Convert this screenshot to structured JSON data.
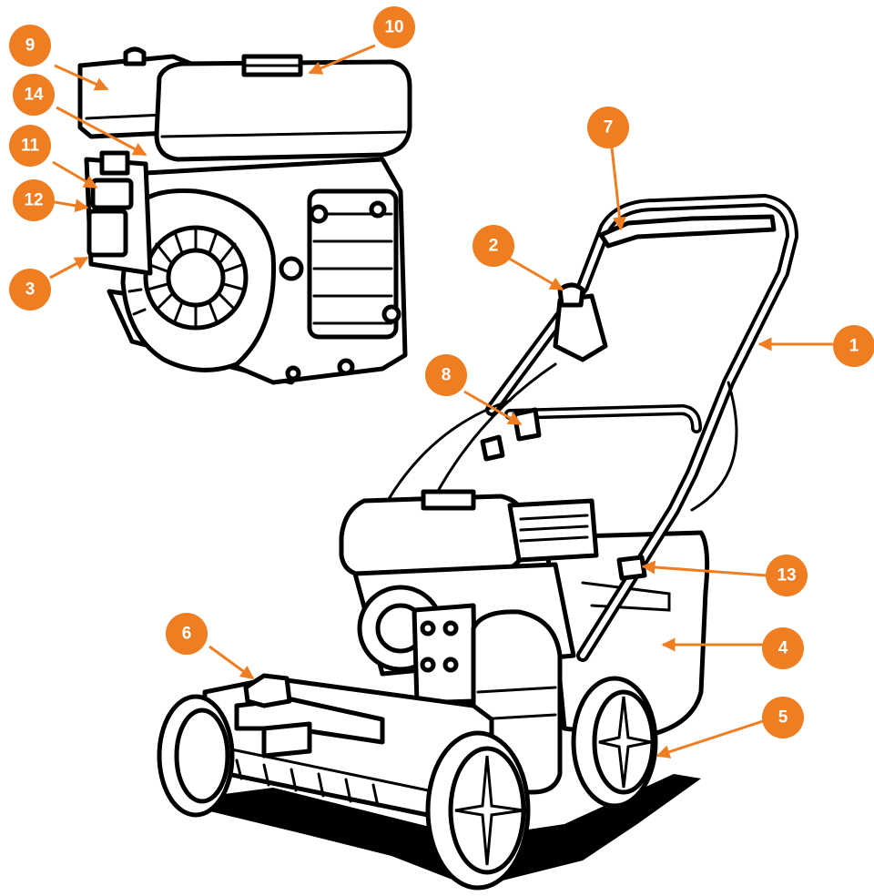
{
  "diagram": {
    "callout_color": "#ef7d22",
    "callouts": [
      {
        "id": "1",
        "label": "1"
      },
      {
        "id": "2",
        "label": "2"
      },
      {
        "id": "3",
        "label": "3"
      },
      {
        "id": "4",
        "label": "4"
      },
      {
        "id": "5",
        "label": "5"
      },
      {
        "id": "6",
        "label": "6"
      },
      {
        "id": "7",
        "label": "7"
      },
      {
        "id": "8",
        "label": "8"
      },
      {
        "id": "9",
        "label": "9"
      },
      {
        "id": "10",
        "label": "10"
      },
      {
        "id": "11",
        "label": "11"
      },
      {
        "id": "12",
        "label": "12"
      },
      {
        "id": "13",
        "label": "13"
      },
      {
        "id": "14",
        "label": "14"
      }
    ]
  }
}
